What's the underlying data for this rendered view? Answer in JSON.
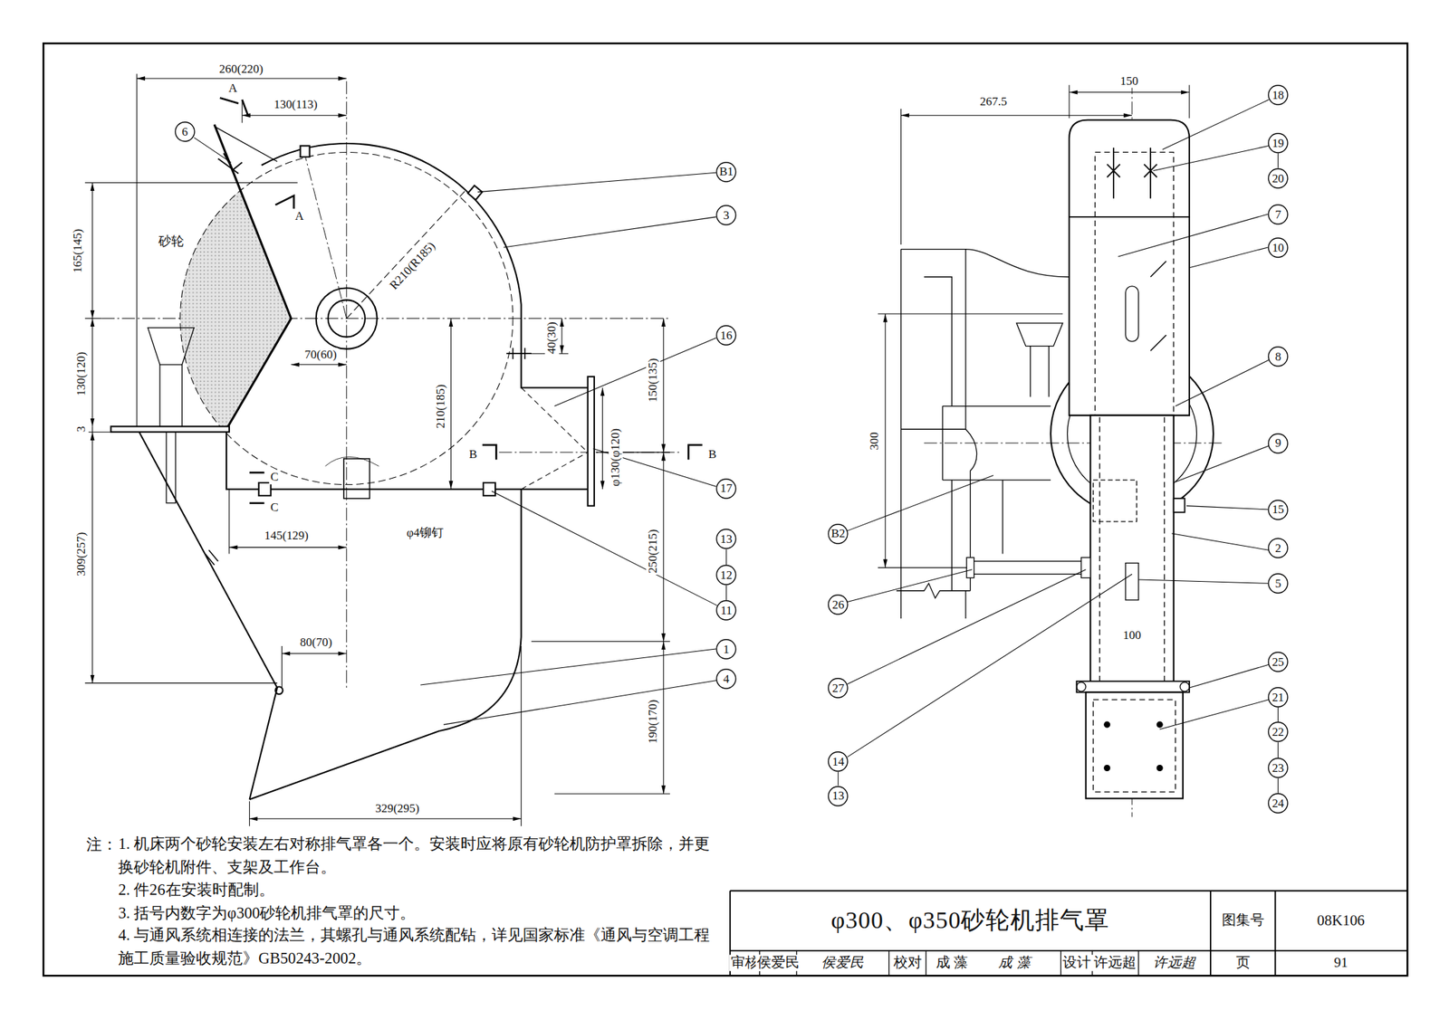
{
  "diagram": {
    "title": "φ300、φ350砂轮机排气罩",
    "nodes": [
      {
        "text": [
          "6"
        ]
      },
      {
        "text": [
          "B1"
        ]
      },
      {
        "text": [
          "3"
        ]
      },
      {
        "text": [
          "16"
        ]
      },
      {
        "text": [
          "17"
        ]
      },
      {
        "text": [
          "13"
        ]
      },
      {
        "text": [
          "12"
        ]
      },
      {
        "text": [
          "11"
        ]
      },
      {
        "text": [
          "1"
        ]
      },
      {
        "text": [
          "4"
        ]
      },
      {
        "text": [
          "18"
        ]
      },
      {
        "text": [
          "19"
        ]
      },
      {
        "text": [
          "20"
        ]
      },
      {
        "text": [
          "7"
        ]
      },
      {
        "text": [
          "10"
        ]
      },
      {
        "text": [
          "8"
        ]
      },
      {
        "text": [
          "9"
        ]
      },
      {
        "text": [
          "15"
        ]
      },
      {
        "text": [
          "2"
        ]
      },
      {
        "text": [
          "5"
        ]
      },
      {
        "text": [
          "25"
        ]
      },
      {
        "text": [
          "21"
        ]
      },
      {
        "text": [
          "22"
        ]
      },
      {
        "text": [
          "23"
        ]
      },
      {
        "text": [
          "24"
        ]
      },
      {
        "text": [
          "B2"
        ]
      },
      {
        "text": [
          "26"
        ]
      },
      {
        "text": [
          "27"
        ]
      },
      {
        "text": [
          "14"
        ]
      },
      {
        "text": [
          "13"
        ]
      }
    ],
    "edges": [
      {
        "from": 5,
        "to": 6,
        "arrow": "none"
      },
      {
        "from": 6,
        "to": 7,
        "arrow": "none"
      },
      {
        "from": 11,
        "to": 12,
        "arrow": "none"
      },
      {
        "from": 21,
        "to": 22,
        "arrow": "none"
      },
      {
        "from": 22,
        "to": 23,
        "arrow": "none"
      },
      {
        "from": 23,
        "to": 24,
        "arrow": "none"
      },
      {
        "from": 28,
        "to": 29,
        "arrow": "none"
      }
    ],
    "labels": [
      "260(220)",
      "A",
      "130(113)",
      "A",
      "砂轮",
      "165(145)",
      "R210(R185)",
      "130(120)",
      "70(60)",
      "40(30)",
      "210(185)",
      "150(135)",
      "3",
      "B",
      "B",
      "φ130(φ120)",
      "C",
      "C",
      "309(257)",
      "145(129)",
      "φ4铆钉",
      "250(215)",
      "80(70)",
      "190(170)",
      "329(295)",
      "267.5",
      "150",
      "300",
      "100",
      "注：",
      "1. 机床两个砂轮安装左右对称排气罩各一个。安装时应将原有砂轮机防护罩拆除，并更换砂轮机附件、支架及工作台。",
      "2. 件26在安装时配制。",
      "3. 括号内数字为φ300砂轮机排气罩的尺寸。",
      "4. 与通风系统相连接的法兰，其螺孔与通风系统配钻，详见国家标准《通风与空调工程施工质量验收规范》GB50243-2002。",
      "图集号",
      "08K106",
      "审核",
      "侯爱民",
      "侯爱民",
      "校对",
      "成 藻",
      "成 藻",
      "设计",
      "许远超",
      "许远超",
      "页",
      "91"
    ]
  }
}
